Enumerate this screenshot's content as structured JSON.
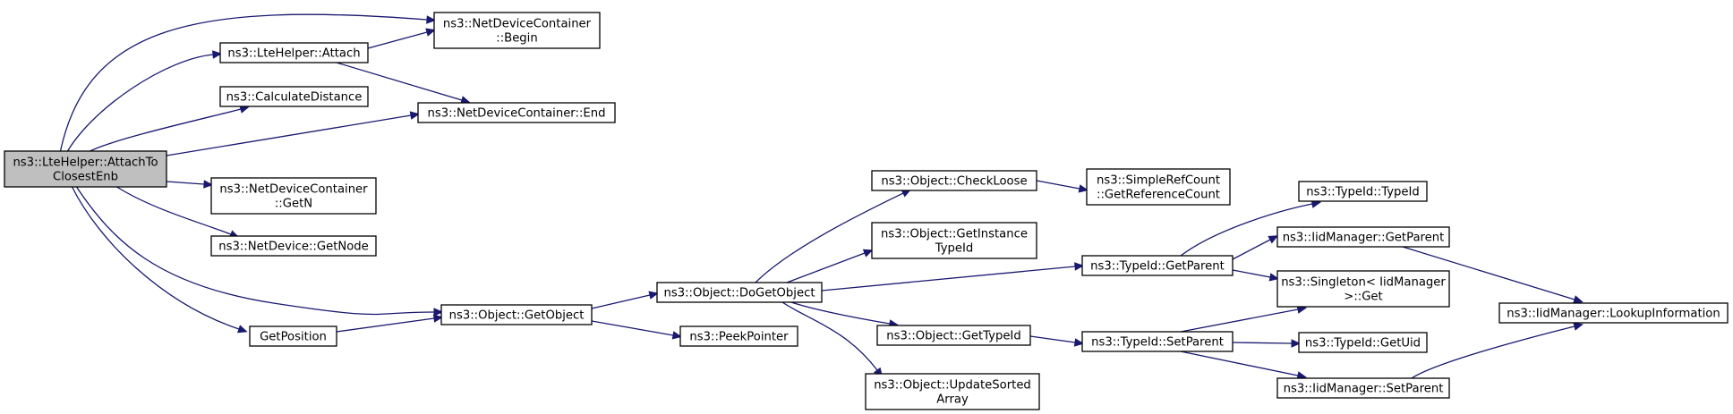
{
  "diagram": {
    "nodes": {
      "n0": [
        "ns3::LteHelper::AttachTo",
        "ClosestEnb"
      ],
      "n1": [
        "ns3::NetDeviceContainer",
        "::Begin"
      ],
      "n2": [
        "ns3::LteHelper::Attach"
      ],
      "n3": [
        "ns3::CalculateDistance"
      ],
      "n4": [
        "ns3::NetDeviceContainer::End"
      ],
      "n5": [
        "ns3::NetDeviceContainer",
        "::GetN"
      ],
      "n6": [
        "ns3::NetDevice::GetNode"
      ],
      "n7": [
        "ns3::Object::GetObject"
      ],
      "n8": [
        "GetPosition"
      ],
      "n9": [
        "ns3::Object::DoGetObject"
      ],
      "n10": [
        "ns3::PeekPointer"
      ],
      "n11": [
        "ns3::Object::CheckLoose"
      ],
      "n12": [
        "ns3::Object::GetInstance",
        "TypeId"
      ],
      "n13": [
        "ns3::Object::GetTypeId"
      ],
      "n14": [
        "ns3::Object::UpdateSorted",
        "Array"
      ],
      "n15": [
        "ns3::SimpleRefCount",
        "::GetReferenceCount"
      ],
      "n16": [
        "ns3::TypeId::GetParent"
      ],
      "n17": [
        "ns3::TypeId::SetParent"
      ],
      "n18": [
        "ns3::TypeId::TypeId"
      ],
      "n19": [
        "ns3::IidManager::GetParent"
      ],
      "n20": [
        "ns3::Singleton< IidManager",
        ">::Get"
      ],
      "n21": [
        "ns3::TypeId::GetUid"
      ],
      "n22": [
        "ns3::IidManager::SetParent"
      ],
      "n23": [
        "ns3::IidManager::LookupInformation"
      ]
    },
    "root": "n0",
    "edges": [
      [
        "n0",
        "n1"
      ],
      [
        "n0",
        "n2"
      ],
      [
        "n0",
        "n3"
      ],
      [
        "n0",
        "n4"
      ],
      [
        "n0",
        "n5"
      ],
      [
        "n0",
        "n6"
      ],
      [
        "n0",
        "n7"
      ],
      [
        "n0",
        "n8"
      ],
      [
        "n2",
        "n1"
      ],
      [
        "n2",
        "n4"
      ],
      [
        "n8",
        "n7"
      ],
      [
        "n7",
        "n9"
      ],
      [
        "n7",
        "n10"
      ],
      [
        "n9",
        "n11"
      ],
      [
        "n9",
        "n12"
      ],
      [
        "n9",
        "n16"
      ],
      [
        "n9",
        "n13"
      ],
      [
        "n9",
        "n14"
      ],
      [
        "n11",
        "n15"
      ],
      [
        "n16",
        "n18"
      ],
      [
        "n16",
        "n19"
      ],
      [
        "n16",
        "n20"
      ],
      [
        "n13",
        "n17"
      ],
      [
        "n17",
        "n20"
      ],
      [
        "n17",
        "n21"
      ],
      [
        "n17",
        "n22"
      ],
      [
        "n19",
        "n23"
      ],
      [
        "n22",
        "n23"
      ]
    ]
  }
}
